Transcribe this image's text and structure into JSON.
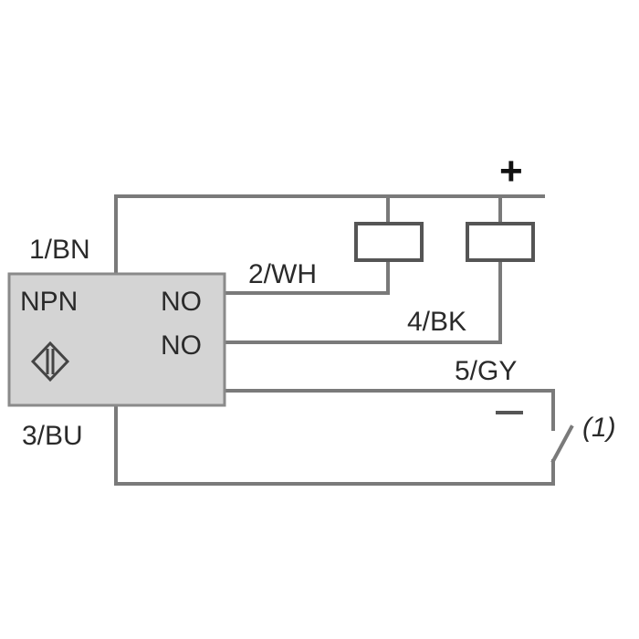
{
  "sensor": {
    "type_label": "NPN",
    "output1_label": "NO",
    "output2_label": "NO",
    "symbol_icon": "inductive-sensor-icon"
  },
  "wires": {
    "pin1": "1/BN",
    "pin2": "2/WH",
    "pin3": "3/BU",
    "pin4": "4/BK",
    "pin5": "5/GY"
  },
  "supply": {
    "plus": "+",
    "minus": "−"
  },
  "switch": {
    "note": "(1)"
  }
}
